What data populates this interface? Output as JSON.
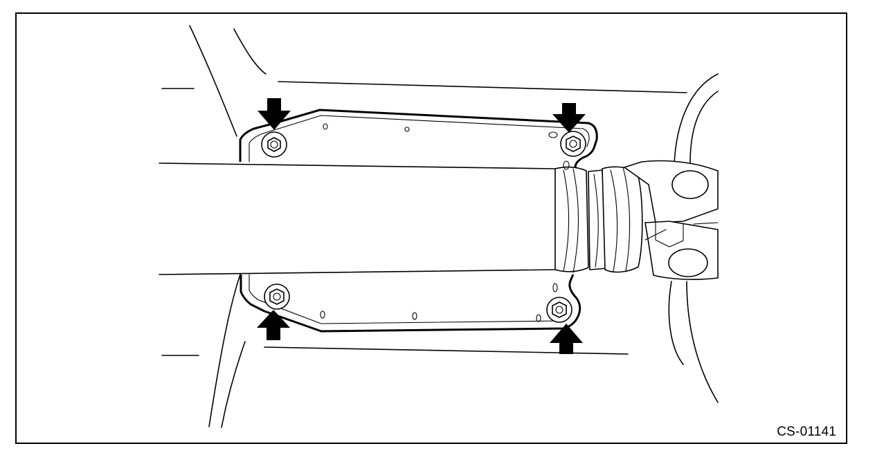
{
  "figure": {
    "code": "CS-01141"
  },
  "callouts": [
    {
      "icon": "arrow-down-icon",
      "points_to": "bolt-top-left"
    },
    {
      "icon": "arrow-down-icon",
      "points_to": "bolt-top-right"
    },
    {
      "icon": "arrow-up-icon",
      "points_to": "bolt-bottom-left"
    },
    {
      "icon": "arrow-up-icon",
      "points_to": "bolt-bottom-right"
    }
  ],
  "colors": {
    "line": "#000000",
    "background": "#ffffff"
  }
}
